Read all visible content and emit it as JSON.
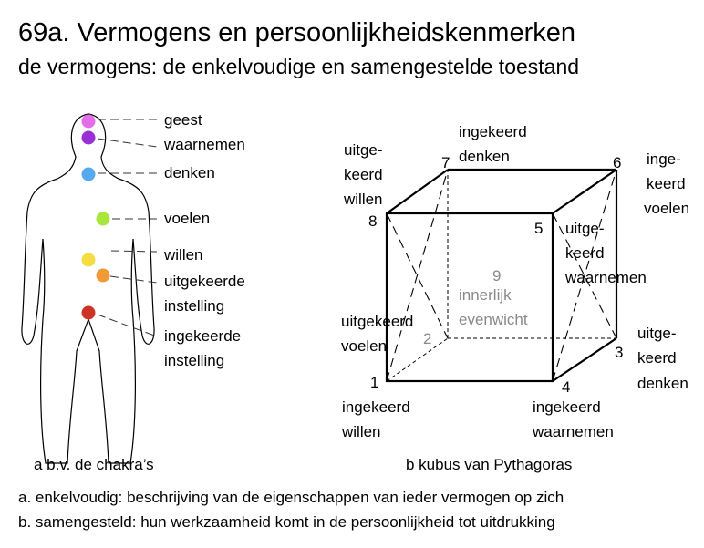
{
  "title": "69a. Vermogens en persoonlijkheidskenmerken",
  "subtitle": "de vermogens: de enkelvoudige en samengestelde toestand",
  "body_figure": {
    "labels": {
      "geest": "geest",
      "waarnemen": "waarnemen",
      "denken": "denken",
      "voelen": "voelen",
      "willen": "willen",
      "uitgekeerde_1": "uitgekeerde",
      "uitgekeerde_2": "instelling",
      "ingekeerde_1": "ingekeerde",
      "ingekeerde_2": "instelling"
    },
    "colors": {
      "geest": "#e36ee8",
      "waarnemen": "#9b2fd6",
      "denken": "#55a9ee",
      "voelen": "#a8e63c",
      "willen": "#f4dc42",
      "uitgekeerde": "#f09a38",
      "ingekeerde": "#cc3324"
    },
    "caption": "a b.v. de chakra’s"
  },
  "cube": {
    "vertices": {
      "v1": "1",
      "v2": "2",
      "v3": "3",
      "v4": "4",
      "v5": "5",
      "v6": "6",
      "v7": "7",
      "v8": "8",
      "center": "9"
    },
    "labels": {
      "l7_a": "ingekeerd",
      "l7_b": "denken",
      "l6_a": "inge-",
      "l6_b": "keerd",
      "l6_c": "voelen",
      "l8_a": "uitge-",
      "l8_b": "keerd",
      "l8_c": "willen",
      "l5_a": "uitge-",
      "l5_b": "keerd",
      "l5_c": "waarnemen",
      "l2_a": "uitgekeerd",
      "l2_b": "voelen",
      "l3_a": "uitge-",
      "l3_b": "keerd",
      "l3_c": "denken",
      "l1_a": "ingekeerd",
      "l1_b": "willen",
      "l4_a": "ingekeerd",
      "l4_b": "waarnemen",
      "center_a": "innerlijk",
      "center_b": "evenwicht"
    },
    "caption": "b kubus van Pythagoras"
  },
  "notes": {
    "a": "a. enkelvoudig: beschrijving van de eigenschappen van ieder vermogen op zich",
    "b": "b. samengesteld: hun werkzaamheid komt in de persoonlijkheid tot uitdrukking"
  }
}
